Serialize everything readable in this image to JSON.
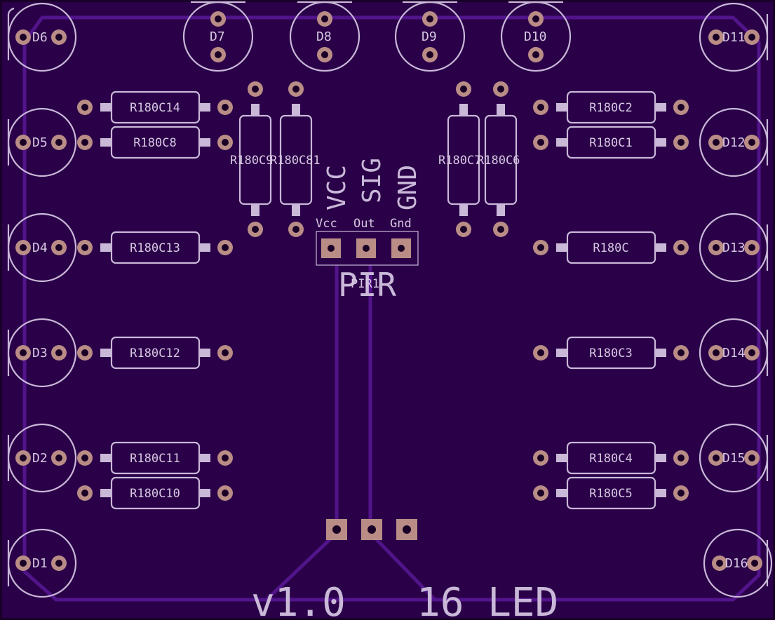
{
  "leds": {
    "d1": "D1",
    "d2": "D2",
    "d3": "D3",
    "d4": "D4",
    "d5": "D5",
    "d6": "D6",
    "d7": "D7",
    "d8": "D8",
    "d9": "D9",
    "d10": "D10",
    "d11": "D11",
    "d12": "D12",
    "d13": "D13",
    "d14": "D14",
    "d15": "D15",
    "d16": "D16"
  },
  "resistors": {
    "r14": "R180C14",
    "r8": "R180C8",
    "r13": "R180C13",
    "r12": "R180C12",
    "r11": "R180C11",
    "r10": "R180C10",
    "r2": "R180C2",
    "r1": "R180C1",
    "r0": "R180C",
    "r3": "R180C3",
    "r4": "R180C4",
    "r5": "R180C5",
    "v1": "R180C9",
    "v2": "R180C81",
    "v3": "R180C7",
    "v4": "R180C6"
  },
  "pir": {
    "vcc_big": "VCC",
    "sig_big": "SIG",
    "gnd_big": "GND",
    "vcc": "Vcc",
    "out": "Out",
    "gnd": "Gnd",
    "title": "PIR",
    "ref": "PIR1"
  },
  "footer": {
    "version": "v1.0   16 LED"
  },
  "colors": {
    "board": "#2a0048",
    "silkscreen": "#c9b8d8",
    "pad": "#b98d86",
    "trace": "#52148a"
  }
}
